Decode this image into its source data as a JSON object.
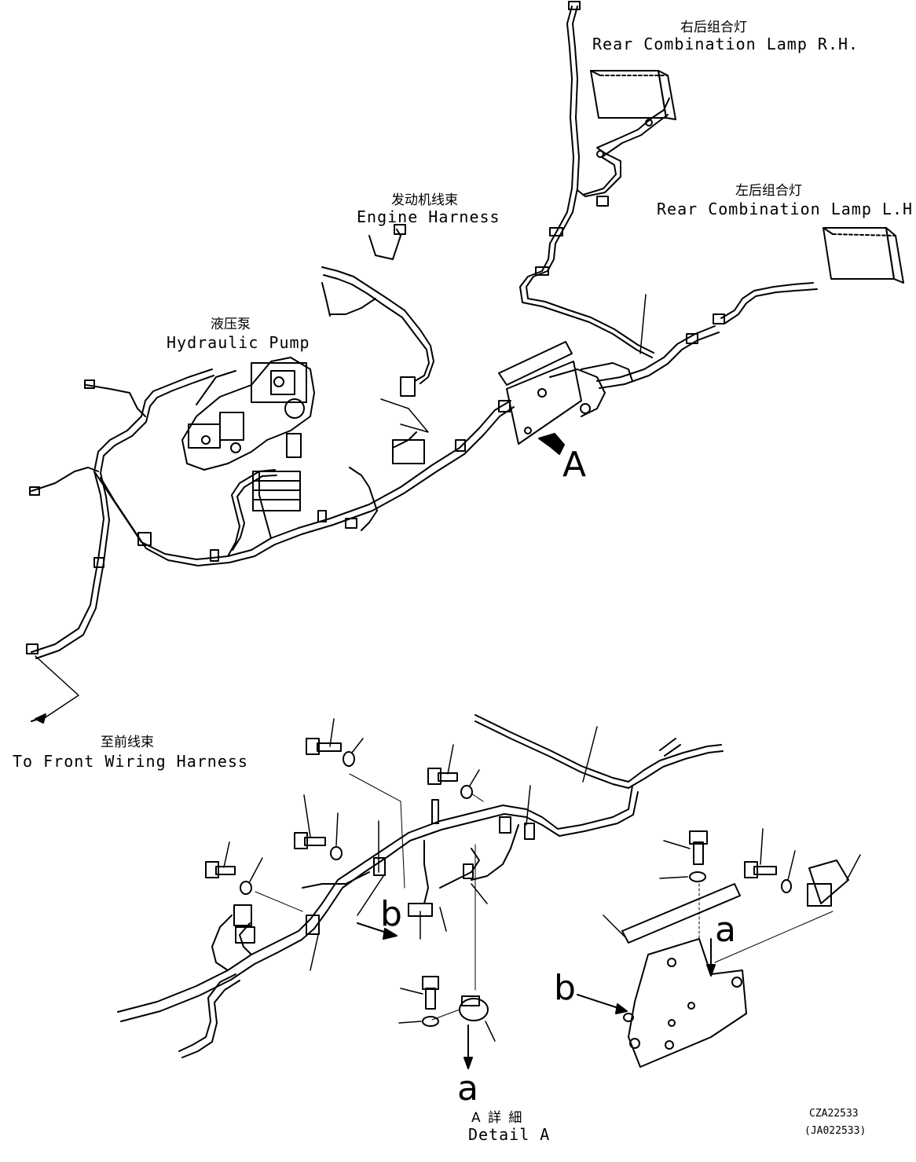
{
  "labels": {
    "rear_lamp_rh_cn": "右后组合灯",
    "rear_lamp_rh": "Rear Combination Lamp R.H.",
    "rear_lamp_lh_cn": "左后组合灯",
    "rear_lamp_lh": "Rear Combination Lamp L.H.",
    "engine_harness_cn": "发动机线束",
    "engine_harness": "Engine Harness",
    "hydraulic_pump_cn": "液压泵",
    "hydraulic_pump": "Hydraulic Pump",
    "front_harness_cn": "至前线束",
    "front_harness": "To Front Wiring Harness",
    "view_a": "A",
    "ref_a1": "a",
    "ref_a2": "a",
    "ref_b1": "b",
    "ref_b2": "b",
    "detail_cn": "A 詳 細",
    "detail_en": "Detail A",
    "drawing_no": "CZA22533",
    "drawing_no_alt": "(JA022533)"
  }
}
